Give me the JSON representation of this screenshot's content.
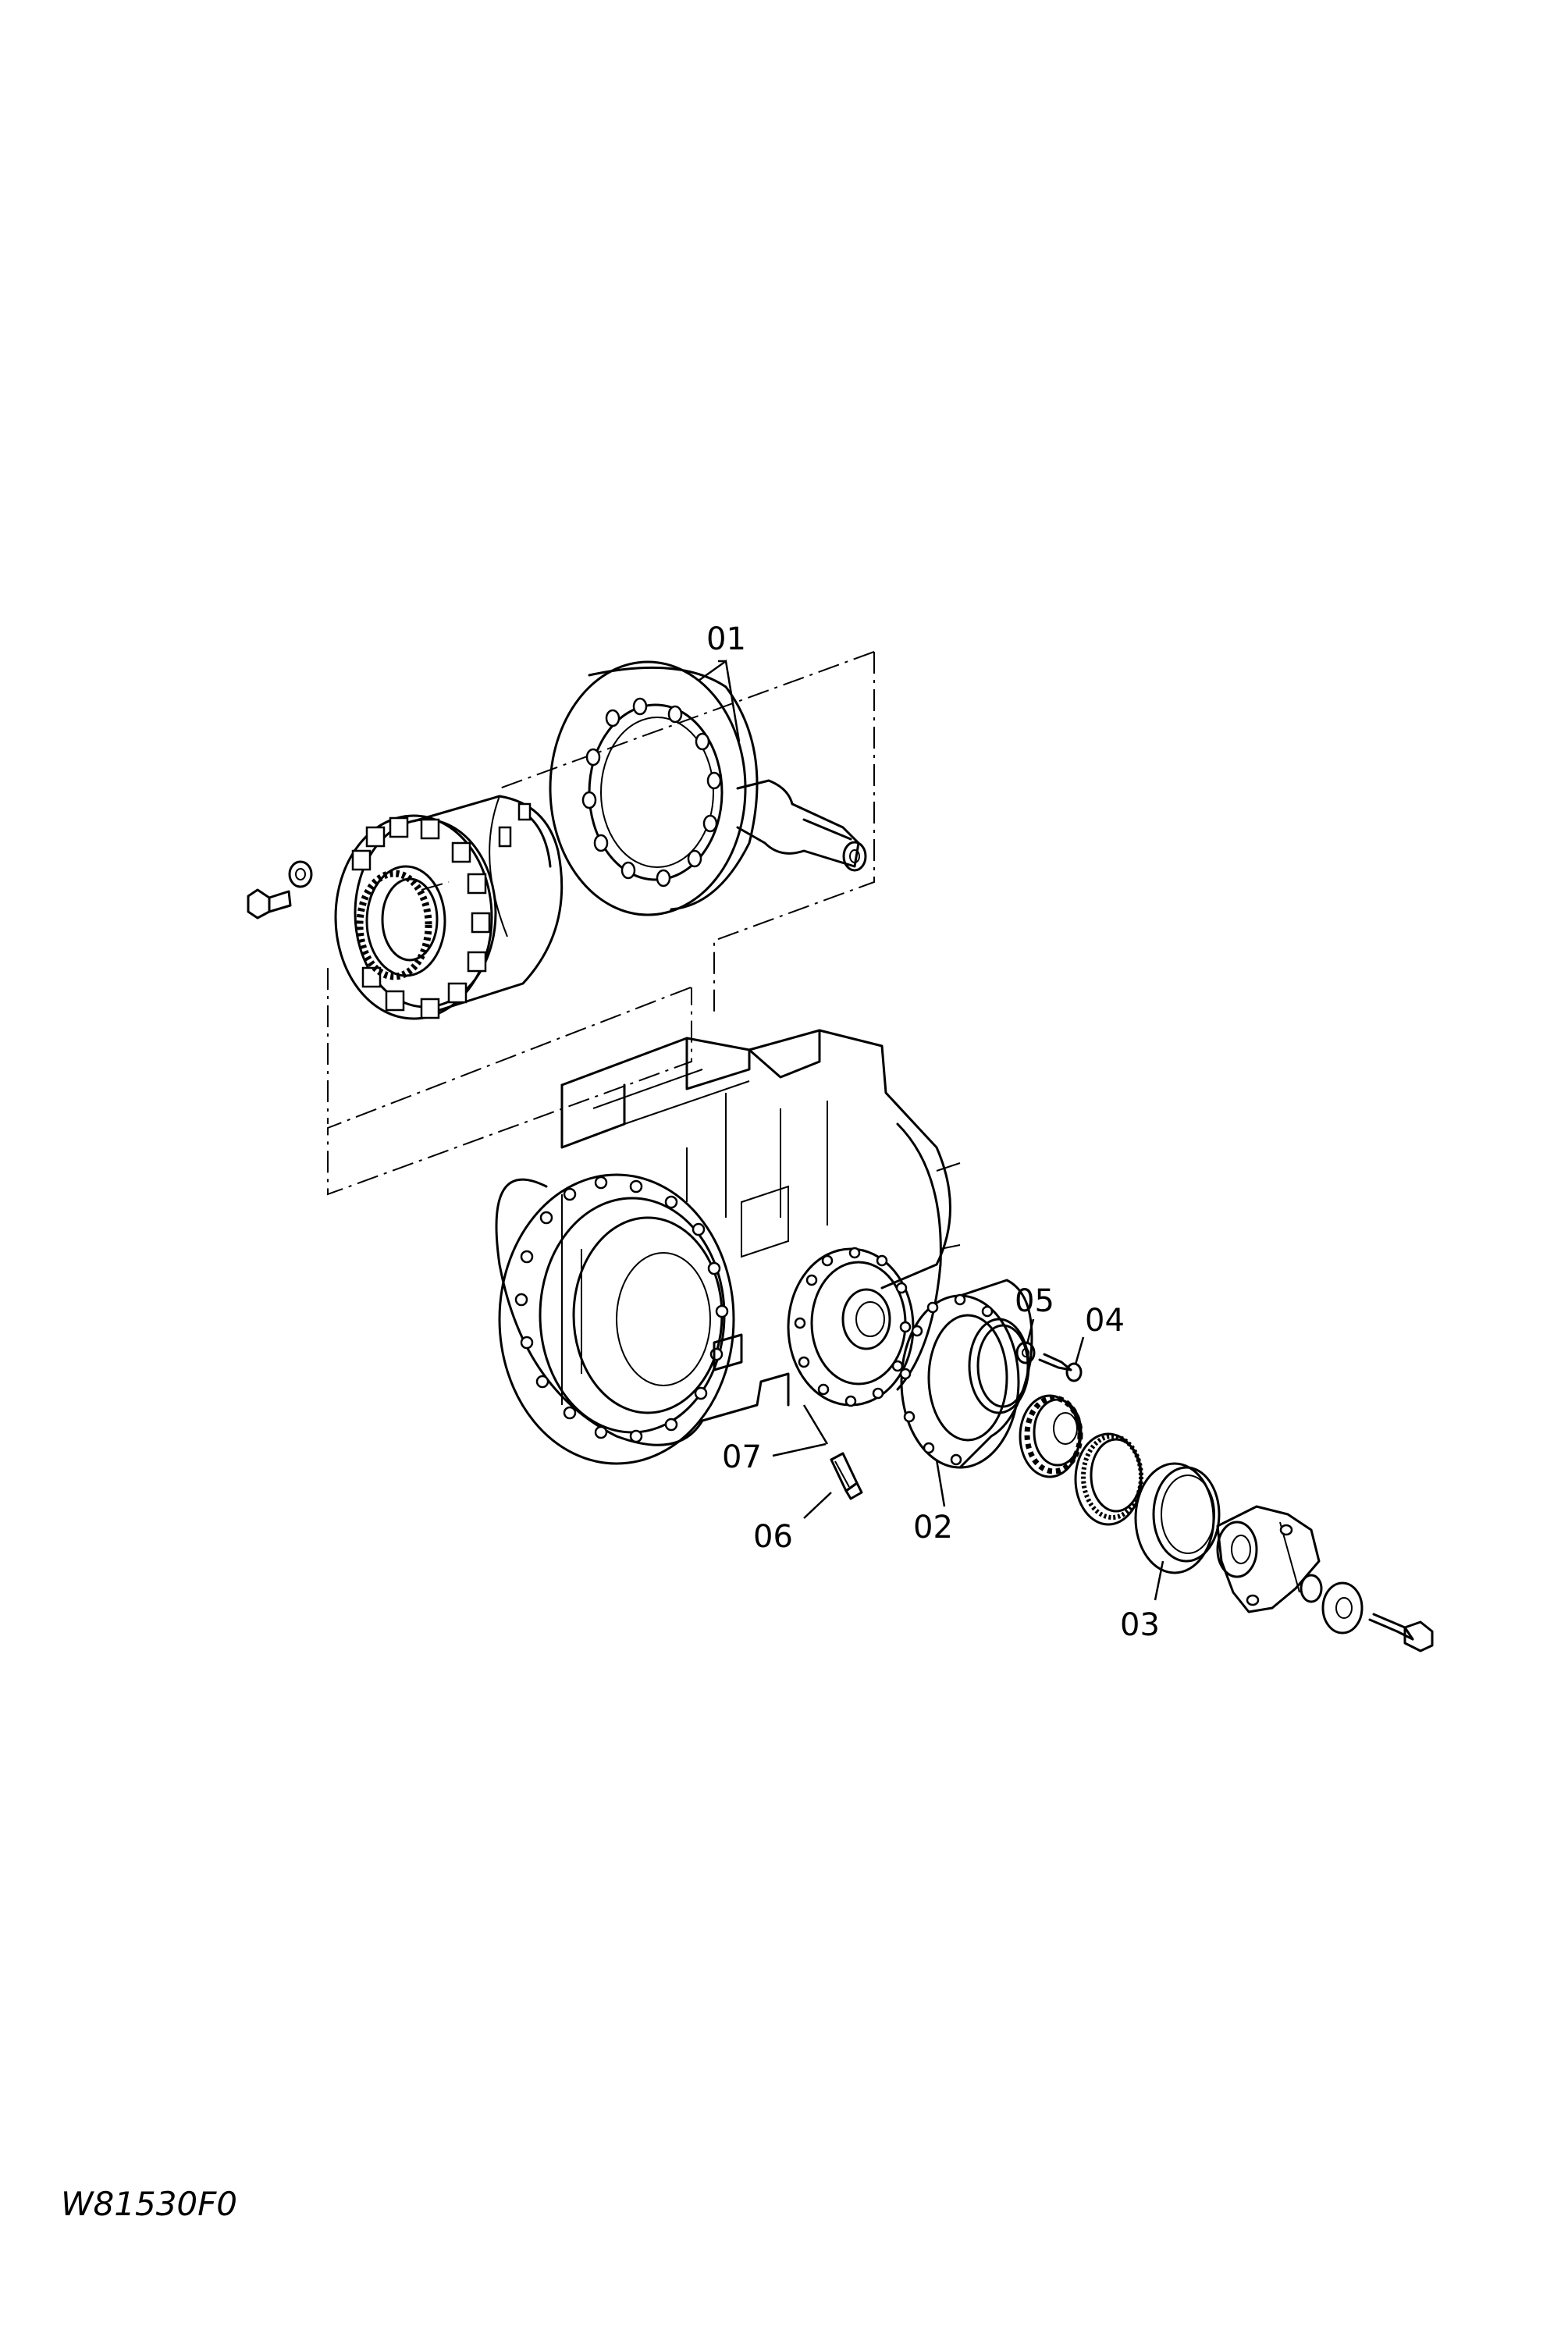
{
  "callouts": {
    "c01": "01",
    "c02": "02",
    "c03": "03",
    "c04": "04",
    "c05": "05",
    "c06": "06",
    "c07": "07"
  },
  "drawing_code": "W81530F0"
}
